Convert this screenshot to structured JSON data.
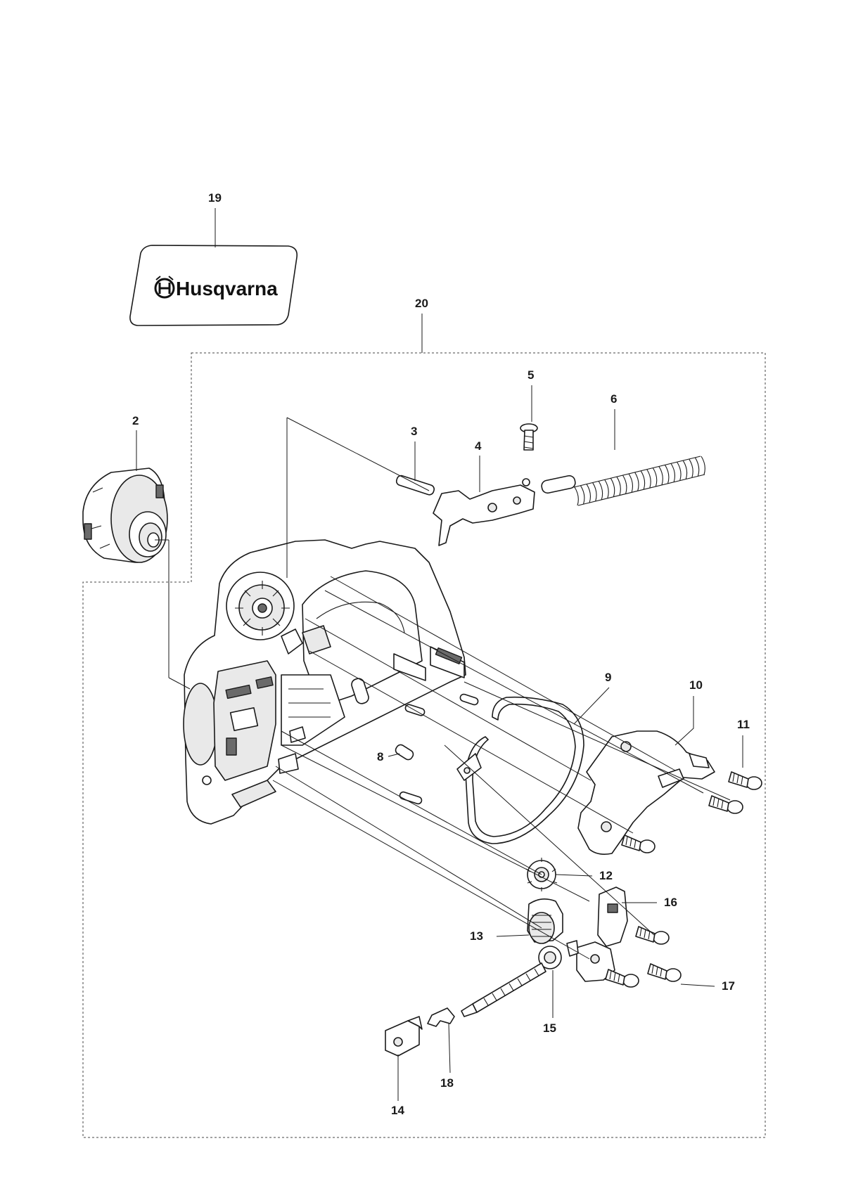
{
  "brand": {
    "logo_text": "Husqvarna"
  },
  "callouts": {
    "c2": "2",
    "c3": "3",
    "c4": "4",
    "c5": "5",
    "c6": "6",
    "c8": "8",
    "c9": "9",
    "c10": "10",
    "c11": "11",
    "c12": "12",
    "c13": "13",
    "c14": "14",
    "c15": "15",
    "c16": "16",
    "c17": "17",
    "c18": "18",
    "c19": "19",
    "c20": "20"
  }
}
